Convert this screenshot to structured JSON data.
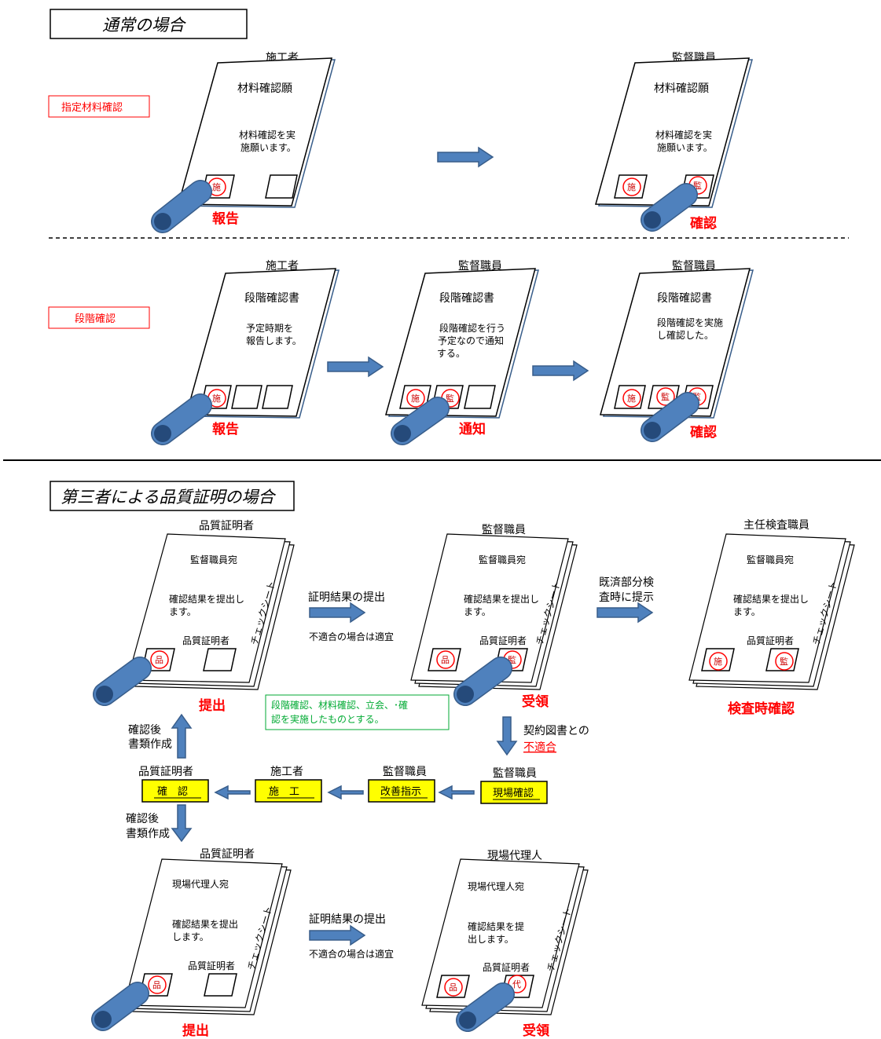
{
  "colors": {
    "accent_red": "#ff0000",
    "arrow_blue": "#4f81bd",
    "arrow_border": "#385d8a",
    "pen_blue": "#4f81bd",
    "note_green": "#00aa33",
    "highlight_yellow": "#ffff00"
  },
  "normal": {
    "section_title": "通常の場合",
    "material": {
      "label": "指定材料確認",
      "contractor_role": "施工者",
      "supervisor_role": "監督職員",
      "doc_title": "材料確認願",
      "doc_body1": "材料確認を実",
      "doc_body2": "施願います。",
      "stamp_contractor": "施",
      "stamp_supervisor": "監",
      "action_report": "報告",
      "action_confirm": "確認"
    },
    "stage": {
      "label": "段階確認",
      "contractor_role": "施工者",
      "supervisor_role": "監督職員",
      "doc_title": "段階確認書",
      "doc1_body1": "予定時期を",
      "doc1_body2": "報告します。",
      "doc2_body1": "段階確認を行う",
      "doc2_body2": "予定なので通知",
      "doc2_body3": "する。",
      "doc3_body1": "段階確認を実施",
      "doc3_body2": "し確認した。",
      "stamp_contractor": "施",
      "stamp_supervisor": "監",
      "action_report": "報告",
      "action_notify": "通知",
      "action_confirm": "確認"
    }
  },
  "third_party": {
    "section_title": "第三者による品質証明の場合",
    "roles": {
      "certifier": "品質証明者",
      "supervisor": "監督職員",
      "chief_inspector": "主任検査職員",
      "site_agent": "現場代理人",
      "contractor": "施工者"
    },
    "docs": {
      "to_supervisor": "監督職員宛",
      "to_site_agent": "現場代理人宛",
      "body_a1": "確認結果を提出し",
      "body_a2": "ます。",
      "body_b1": "確認結果を提出",
      "body_b2": "します。",
      "body_c1": "確認結果を提",
      "body_c2": "出します。",
      "signature_label": "品質証明者",
      "checksheet": "チェックシート"
    },
    "stamps": {
      "certifier": "品",
      "supervisor": "監",
      "contractor": "施",
      "agent": "代"
    },
    "flow": {
      "submit_result": "証明結果の提出",
      "nonconform_note": "不適合の場合は適宜",
      "present_l1": "既済部分検",
      "present_l2": "査時に提示",
      "after_confirm_l1": "確認後",
      "after_confirm_l2": "書類作成",
      "contract_docs": "契約図書との",
      "nonconform": "不適合",
      "note_line1": "段階確認、材料確認、立会、･確",
      "note_line2": "認を実施したものとする。"
    },
    "actions": {
      "submit": "提出",
      "receive": "受領",
      "inspection_confirm": "検査時確認"
    },
    "process": {
      "confirm_label": "確　認",
      "construct_label": "施　工",
      "improve_label": "改善指示",
      "site_check_label": "現場確認"
    }
  }
}
